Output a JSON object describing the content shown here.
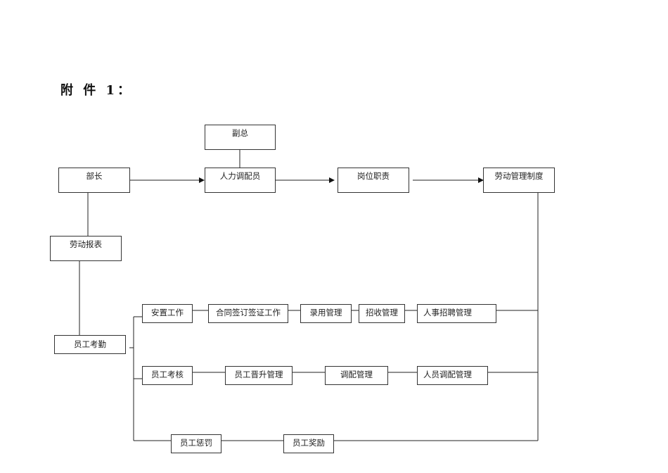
{
  "title": "附 件 1：",
  "nodes": {
    "fuzong": "副总",
    "buzhang": "部长",
    "renli": "人力调配员",
    "gangwei": "岗位职责",
    "laodong_zhidu": "劳动管理制度",
    "laodong_baobiao": "劳动报表",
    "kaoqin": "员工考勤",
    "anzhi": "安置工作",
    "hetong": "合同签订签证工作",
    "luyong": "录用管理",
    "zhaoshou": "招收管理",
    "renshi_zhaopin": "人事招聘管理",
    "kaohe": "员工考核",
    "jinsheng": "员工晋升管理",
    "diaopei": "调配管理",
    "renyuan_diaopei": "人员调配管理",
    "chengfa": "员工惩罚",
    "jiangli": "员工奖励"
  }
}
